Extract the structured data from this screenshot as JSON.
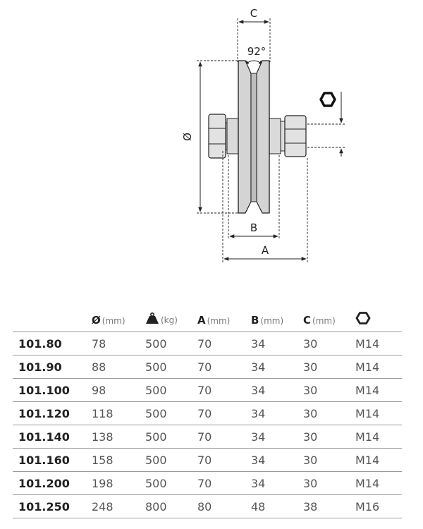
{
  "drawing": {
    "dim_c": "C",
    "angle": "92°",
    "dim_diameter": "Ø",
    "dim_b": "B",
    "dim_a": "A"
  },
  "table": {
    "headers": [
      {
        "symbol": "Ø",
        "unit": "(mm)",
        "icon": ""
      },
      {
        "symbol": "",
        "unit": "(kg)",
        "icon": "weight-icon"
      },
      {
        "symbol": "A",
        "unit": "(mm)",
        "icon": ""
      },
      {
        "symbol": "B",
        "unit": "(mm)",
        "icon": ""
      },
      {
        "symbol": "C",
        "unit": "(mm)",
        "icon": ""
      },
      {
        "symbol": "",
        "unit": "",
        "icon": "hex-nut-icon"
      }
    ],
    "rows": [
      {
        "code": "101.80",
        "diameter": "78",
        "load": "500",
        "a": "70",
        "b": "34",
        "c": "30",
        "thread": "M14"
      },
      {
        "code": "101.90",
        "diameter": "88",
        "load": "500",
        "a": "70",
        "b": "34",
        "c": "30",
        "thread": "M14"
      },
      {
        "code": "101.100",
        "diameter": "98",
        "load": "500",
        "a": "70",
        "b": "34",
        "c": "30",
        "thread": "M14"
      },
      {
        "code": "101.120",
        "diameter": "118",
        "load": "500",
        "a": "70",
        "b": "34",
        "c": "30",
        "thread": "M14"
      },
      {
        "code": "101.140",
        "diameter": "138",
        "load": "500",
        "a": "70",
        "b": "34",
        "c": "30",
        "thread": "M14"
      },
      {
        "code": "101.160",
        "diameter": "158",
        "load": "500",
        "a": "70",
        "b": "34",
        "c": "30",
        "thread": "M14"
      },
      {
        "code": "101.200",
        "diameter": "198",
        "load": "500",
        "a": "70",
        "b": "34",
        "c": "30",
        "thread": "M14"
      },
      {
        "code": "101.250",
        "diameter": "248",
        "load": "800",
        "a": "80",
        "b": "48",
        "c": "38",
        "thread": "M16"
      }
    ]
  }
}
